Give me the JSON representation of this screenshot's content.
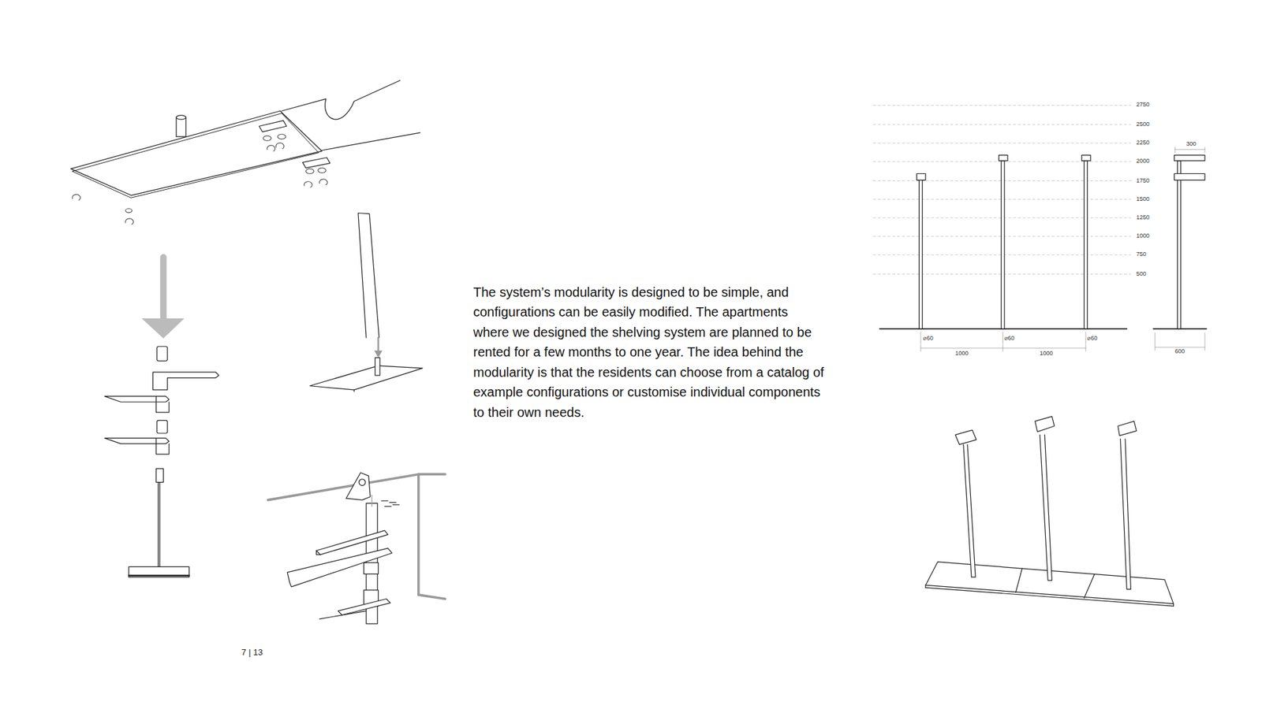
{
  "diagram": {
    "labels": [
      "The system’s modularity is designed to be simple, and configurations can be easily modified. The apartments where we designed the shelving system are planned to be rented for a few months to one year. The idea behind the modularity is that the residents can choose from a catalog of example configurations or customise individual components to their own needs.",
      "7 | 13",
      "2750",
      "2500",
      "2250",
      "2000",
      "1750",
      "1500",
      "1250",
      "1000",
      "750",
      "500",
      "300",
      "⌀60",
      "⌀60",
      "⌀60",
      "1000",
      "1000",
      "600"
    ]
  }
}
